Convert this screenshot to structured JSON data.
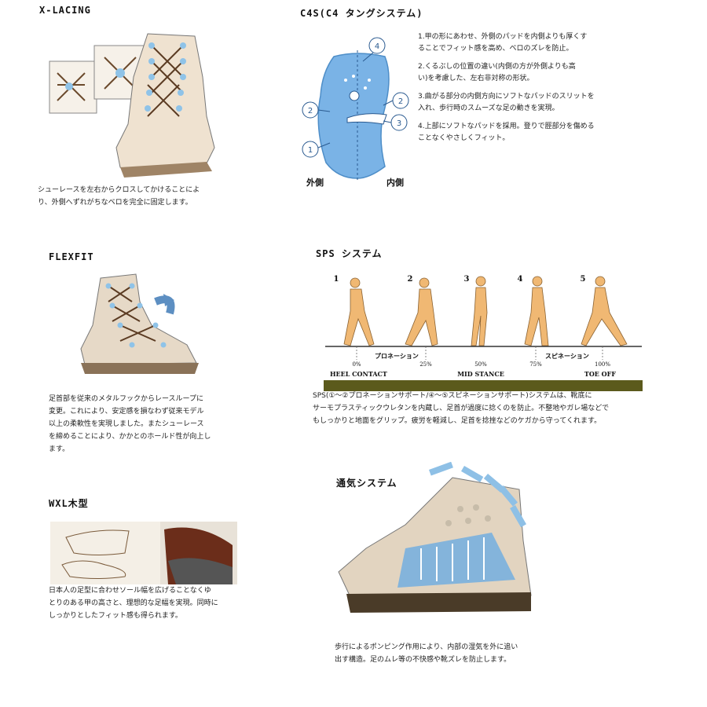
{
  "xlacing": {
    "title": "X-LACING",
    "desc": [
      "シューレースを左右からクロスしてかけることによ",
      "り、外側へずれがちなベロを完全に固定します。"
    ]
  },
  "c4s": {
    "title": "C4S(C4 タングシステム)",
    "markers": [
      "1",
      "2",
      "2",
      "3",
      "4"
    ],
    "outer_label": "外側",
    "inner_label": "内側",
    "points": [
      [
        "1.甲の形にあわせ、外側のパッドを内側よりも厚くす",
        "ることでフィット感を高め、ベロのズレを防止。"
      ],
      [
        "2.くるぶしの位置の違い(内側の方が外側よりも高",
        "い)を考慮した、左右非対称の形状。"
      ],
      [
        "3.曲がる部分の内側方向にソフトなパッドのスリットを",
        "入れ、歩行時のスムーズな足の動きを実現。"
      ],
      [
        "4.上部にソフトなパッドを採用。登りで脛部分を傷める",
        "ことなくやさしくフィット。"
      ]
    ]
  },
  "flexfit": {
    "title": "FLEXFIT",
    "desc": [
      "足首部を従来のメタルフックからレースループに",
      "変更。これにより、安定感を損なわず従来モデル",
      "以上の柔軟性を実現しました。またシューレース",
      "を締めることにより、かかとのホールド性が向上し",
      "ます。"
    ]
  },
  "sps": {
    "title": "SPS システム",
    "steps": [
      "1",
      "2",
      "3",
      "4",
      "5"
    ],
    "pronation": "プロネーション",
    "supination": "スピネーション",
    "percents": [
      "0%",
      "25%",
      "50%",
      "75%",
      "100%"
    ],
    "phases": [
      "HEEL CONTACT",
      "MID STANCE",
      "TOE OFF"
    ],
    "desc": [
      "SPS(①～②プロネーションサポート/④～⑤スピネーションサポート)システムは、靴底に",
      "サーモプラスティックウレタンを内蔵し、足首が過度に捻くのを防止。不整地やガレ場などで",
      "もしっかりと地面をグリップ。疲労を軽減し、足首を捻挫などのケガから守ってくれます。"
    ],
    "colors": {
      "band": "#5b5a1c",
      "skin": "#f0b873"
    }
  },
  "wxl": {
    "title": "WXL木型",
    "desc": [
      "日本人の足型に合わせソール幅を広げることなくゆ",
      "とりのある甲の高さと、理想的な足幅を実現。同時に",
      "しっかりとしたフィット感も得られます。"
    ]
  },
  "ventilation": {
    "title": "通気システム",
    "desc": [
      "歩行によるポンピング作用により、内部の湿気を外に追い",
      "出す構造。足のムレ等の不快感や靴ズレを防止します。"
    ]
  }
}
